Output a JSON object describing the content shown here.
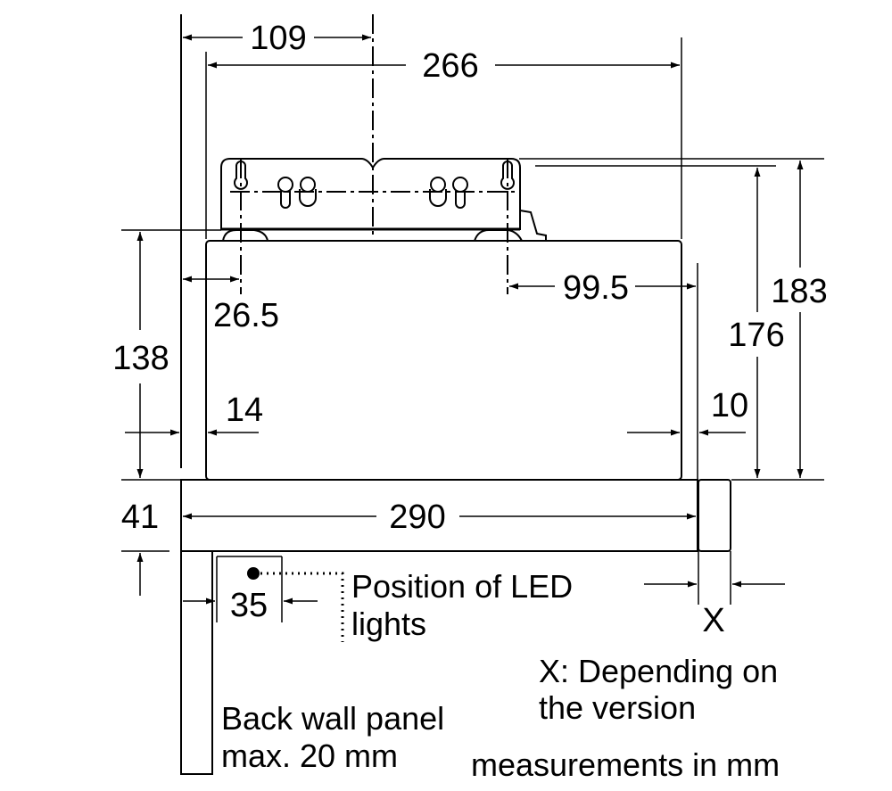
{
  "dimensions": {
    "d109": "109",
    "d266": "266",
    "d26_5": "26.5",
    "d99_5": "99.5",
    "d183": "183",
    "d176": "176",
    "d138": "138",
    "d14": "14",
    "d10": "10",
    "d41": "41",
    "d290": "290",
    "d35": "35",
    "x": "X"
  },
  "notes": {
    "led_line1": "Position of LED",
    "led_line2": "lights",
    "version_line1": "X: Depending on",
    "version_line2": "the version",
    "panel_line1": "Back wall panel",
    "panel_line2": "max. 20 mm",
    "units": "measurements in mm"
  }
}
